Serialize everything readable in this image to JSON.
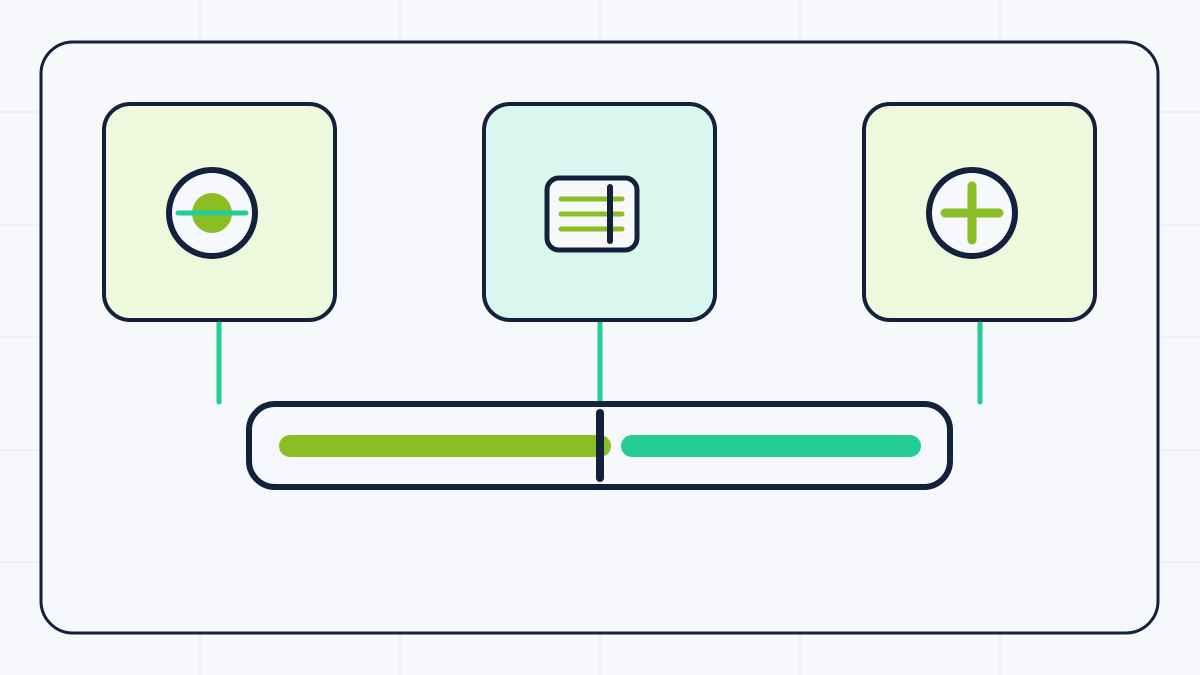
{
  "colors": {
    "background": "#f6f8fb",
    "grid": "#e6e9ee",
    "outline": "#14213d",
    "panel": "#f6f8fb",
    "lime": "#8bbe25",
    "teal": "#25cc93",
    "lime_tile": "#eef8dc",
    "teal_tile": "#d9f7ee",
    "track_bg": "#f6f8fb"
  },
  "tiles": [
    {
      "name": "remove-tile",
      "icon": "minus-circle-icon",
      "tone": "lime"
    },
    {
      "name": "split-text-tile",
      "icon": "split-text-icon",
      "tone": "teal"
    },
    {
      "name": "add-tile",
      "icon": "plus-circle-icon",
      "tone": "lime"
    }
  ],
  "split_bar": {
    "left_fraction": 0.5,
    "right_fraction": 0.5
  }
}
